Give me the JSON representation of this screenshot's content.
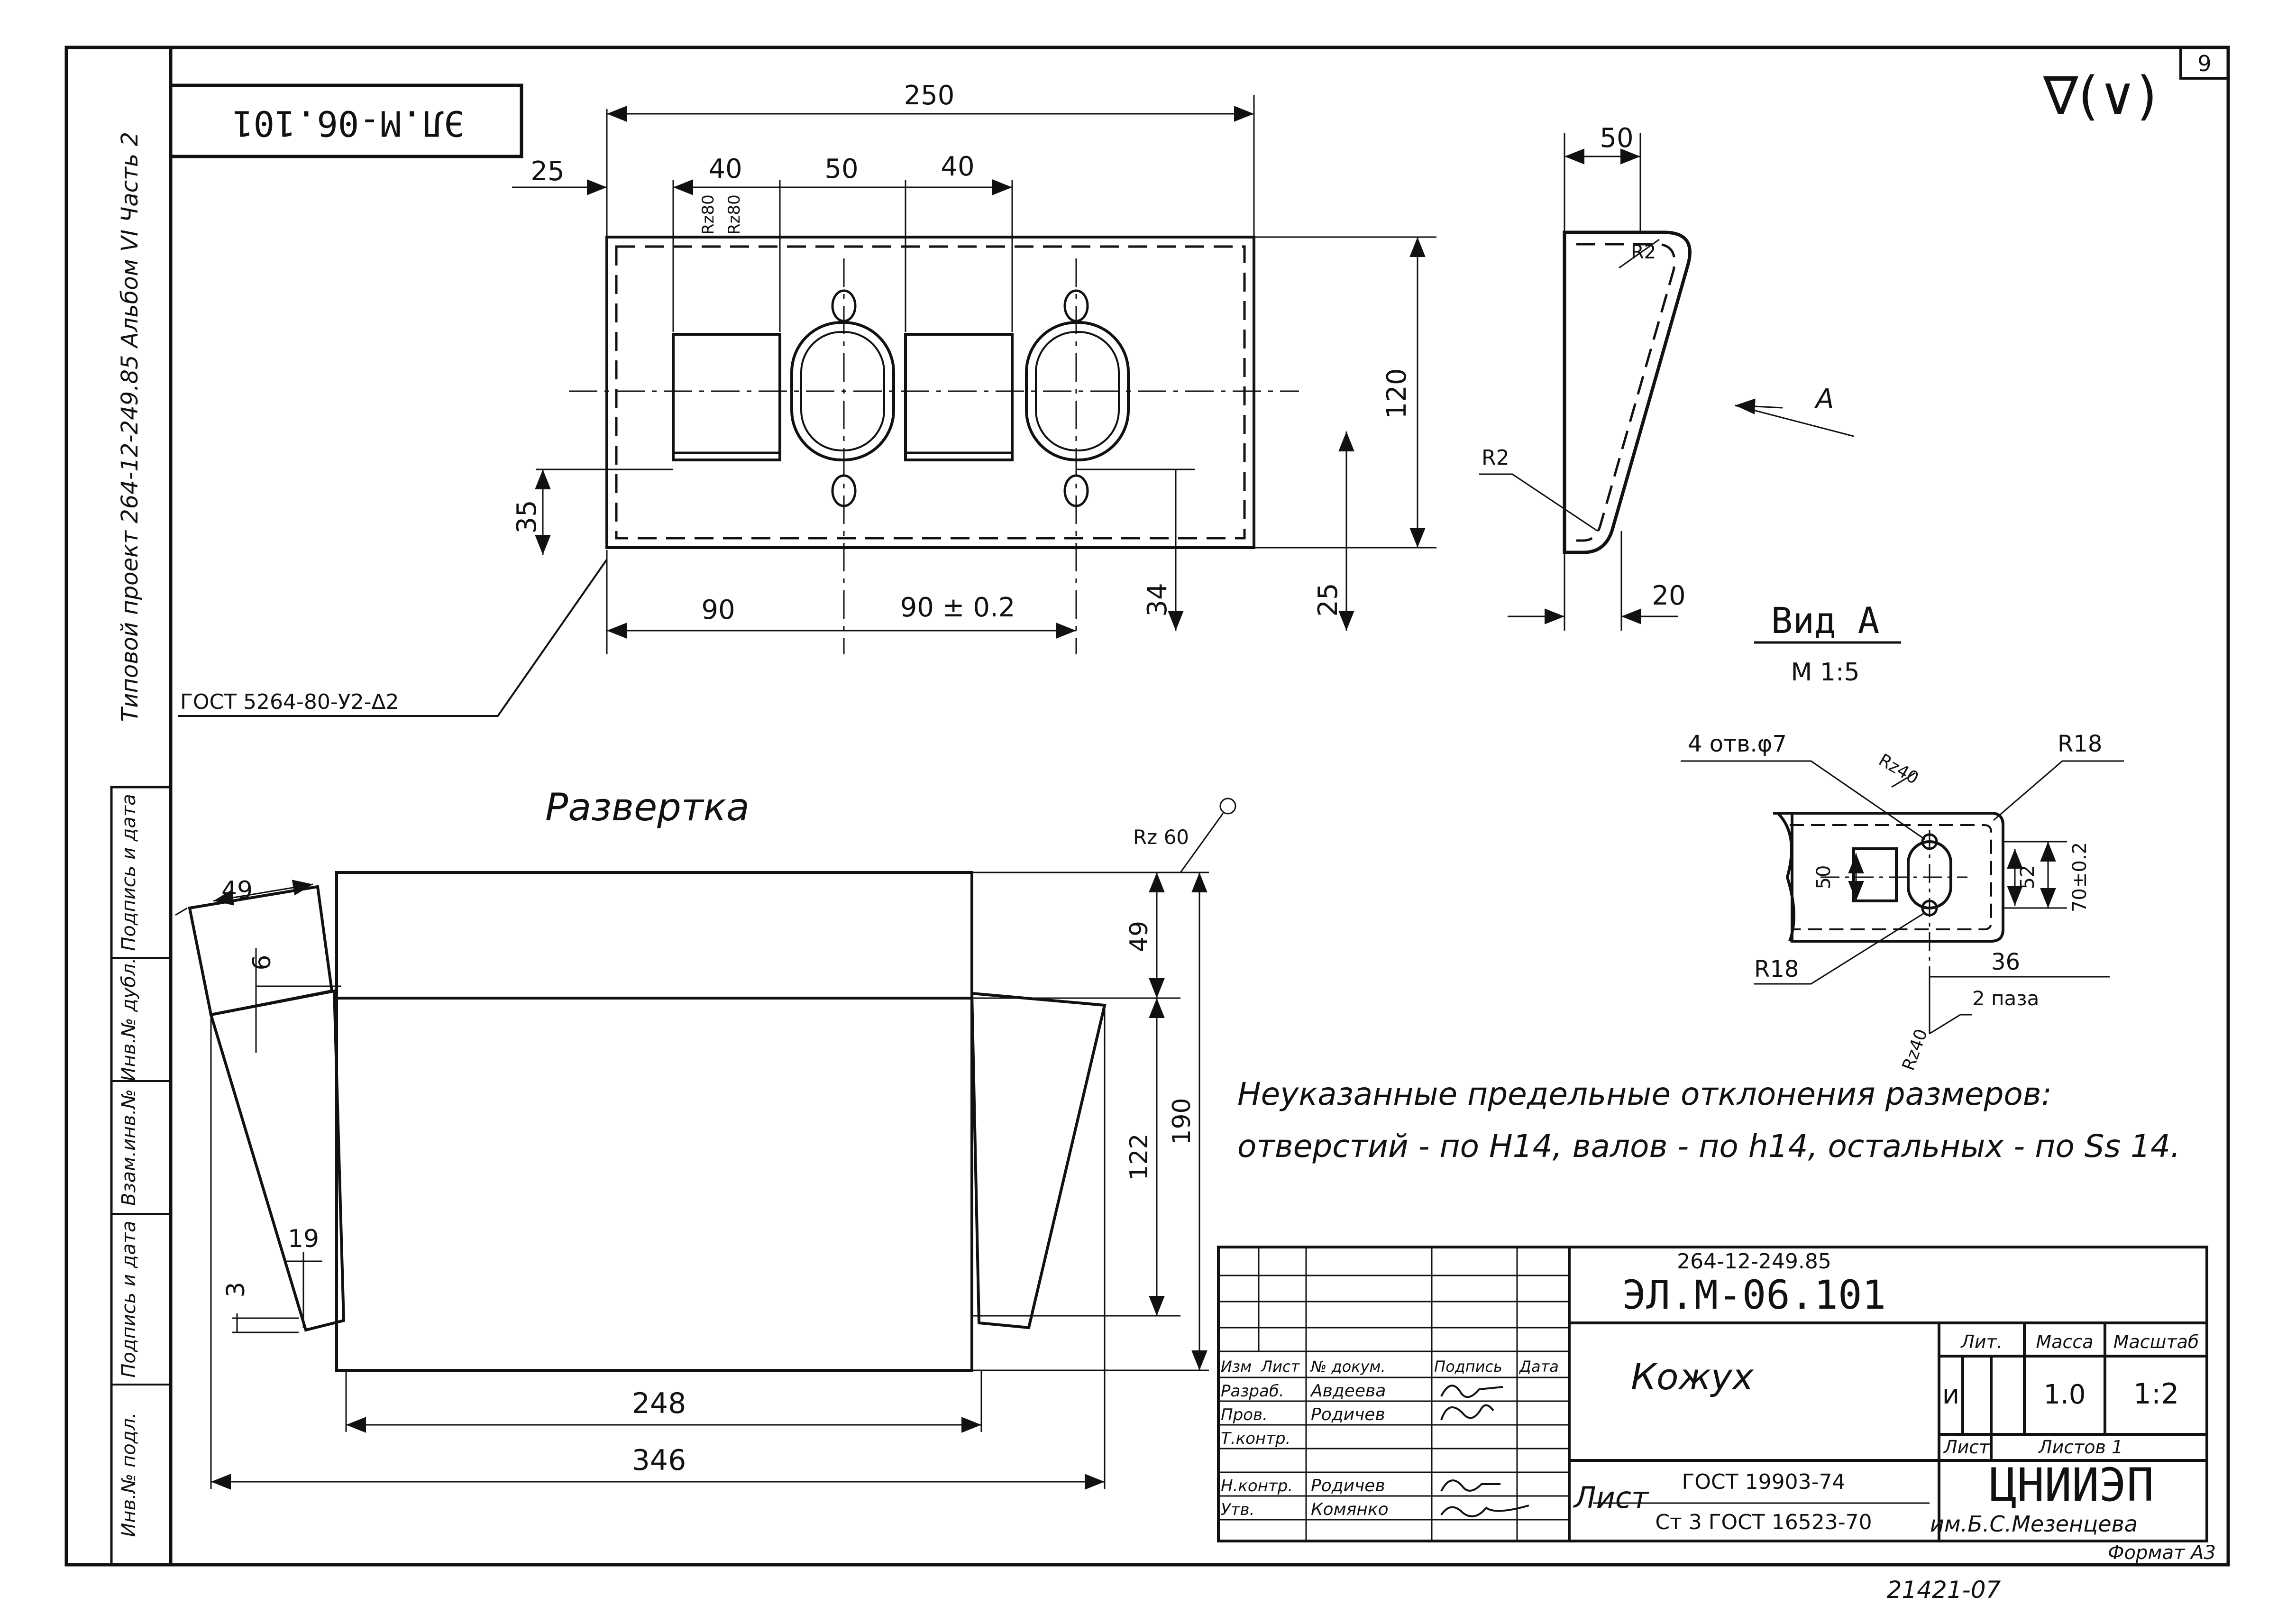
{
  "sheet_number": "9",
  "corner_symbol": "∇(∨)",
  "stamp_code": "ЭЛ.М-06.101",
  "left_margin": {
    "project_text": "Типовой проект  264-12-249.85 Альбом VI   Часть 2",
    "fields": [
      "Подпись и дата",
      "Инв.№ дубл.",
      "Взам.инв.№",
      "Подпись и дата",
      "Инв.№ подл."
    ]
  },
  "top_view": {
    "dims": {
      "d250": "250",
      "d25": "25",
      "d40a": "40",
      "d50": "50",
      "d40b": "40",
      "d120": "120",
      "d35": "35",
      "d90": "90",
      "d90tol": "90 ± 0.2",
      "d34": "34",
      "d25b": "25",
      "rz80a": "Rz80",
      "rz80b": "Rz80"
    },
    "material_note": "ГОСТ 5264-80-У2-Δ2"
  },
  "side_view": {
    "d50": "50",
    "r2a": "R2",
    "r2b": "R2",
    "d20": "20",
    "arrow_a": "A"
  },
  "view_a": {
    "title": "Вид А",
    "scale": "М 1:5",
    "holes": "4 отв.φ7",
    "rz40a": "Rz40",
    "r18a": "R18",
    "r18b": "R18",
    "d50": "50",
    "d52": "52",
    "d70": "70±0.2",
    "d36": "36",
    "slots": "2 паза",
    "rz40b": "Rz40"
  },
  "development": {
    "title": "Развертка",
    "rz60": "Rz 60",
    "d49a": "49",
    "d6": "6",
    "d49b": "49",
    "d122": "122",
    "d190": "190",
    "d19": "19",
    "d3": "3",
    "d248": "248",
    "d346": "346"
  },
  "notes": {
    "line1": "Неуказанные предельные отклонения размеров:",
    "line2": "отверстий - по Н14, валов - по h14, остальных - по Ss 14."
  },
  "title_block": {
    "project_code": "264-12-249.85",
    "designation": "ЭЛ.М-06.101",
    "name": "Кожух",
    "headers": [
      "Изм",
      "Лист",
      "№ докум.",
      "Подпись",
      "Дата"
    ],
    "roles": [
      {
        "role": "Разраб.",
        "name": "Авдеева"
      },
      {
        "role": "Пров.",
        "name": "Родичев"
      },
      {
        "role": "Т.контр.",
        "name": ""
      },
      {
        "role": "Н.контр.",
        "name": "Родичев"
      },
      {
        "role": "Утв.",
        "name": "Комянко"
      }
    ],
    "lit_label": "Лит.",
    "mass_label": "Масса",
    "scale_label": "Масштаб",
    "lit_value": "и",
    "mass_value": "1.0",
    "scale_value": "1:2",
    "sheet_label": "Лист",
    "sheets_label": "Листов 1",
    "material_prefix": "Лист",
    "material_gost": "ГОСТ 19903-74",
    "material_grade": "Ст 3  ГОСТ 16523-70",
    "org": "ЦНИИЭП",
    "org_sub": "им.Б.С.Мезенцева",
    "format": "Формат А3"
  },
  "archive_number": "21421-07"
}
